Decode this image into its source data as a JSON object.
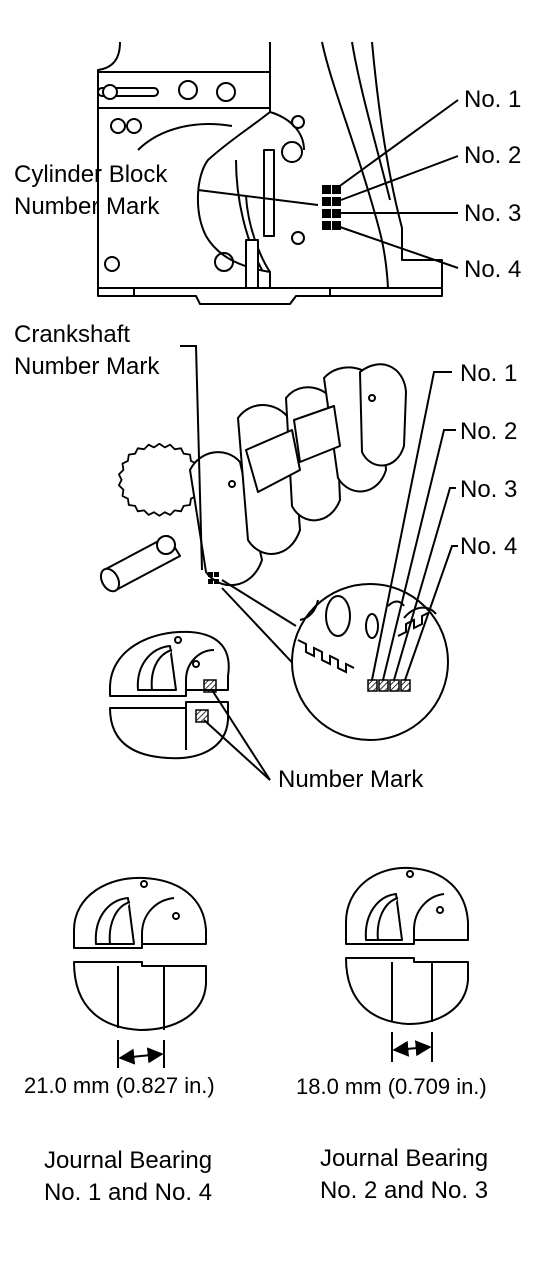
{
  "block": {
    "label_line1": "Cylinder Block",
    "label_line2": "Number Mark",
    "numbers": [
      "No. 1",
      "No. 2",
      "No. 3",
      "No. 4"
    ]
  },
  "crankshaft": {
    "label_line1": "Crankshaft",
    "label_line2": "Number Mark",
    "numbers": [
      "No. 1",
      "No. 2",
      "No. 3",
      "No. 4"
    ]
  },
  "bearing_mark": {
    "label": "Number Mark"
  },
  "bearings": [
    {
      "dimension": "21.0 mm (0.827 in.)",
      "title_line1": "Journal Bearing",
      "title_line2": "No. 1 and No. 4"
    },
    {
      "dimension": "18.0 mm (0.709 in.)",
      "title_line1": "Journal Bearing",
      "title_line2": "No. 2 and No. 3"
    }
  ],
  "colors": {
    "line": "#000000",
    "fill": "#ffffff",
    "hatch": "#444444"
  }
}
